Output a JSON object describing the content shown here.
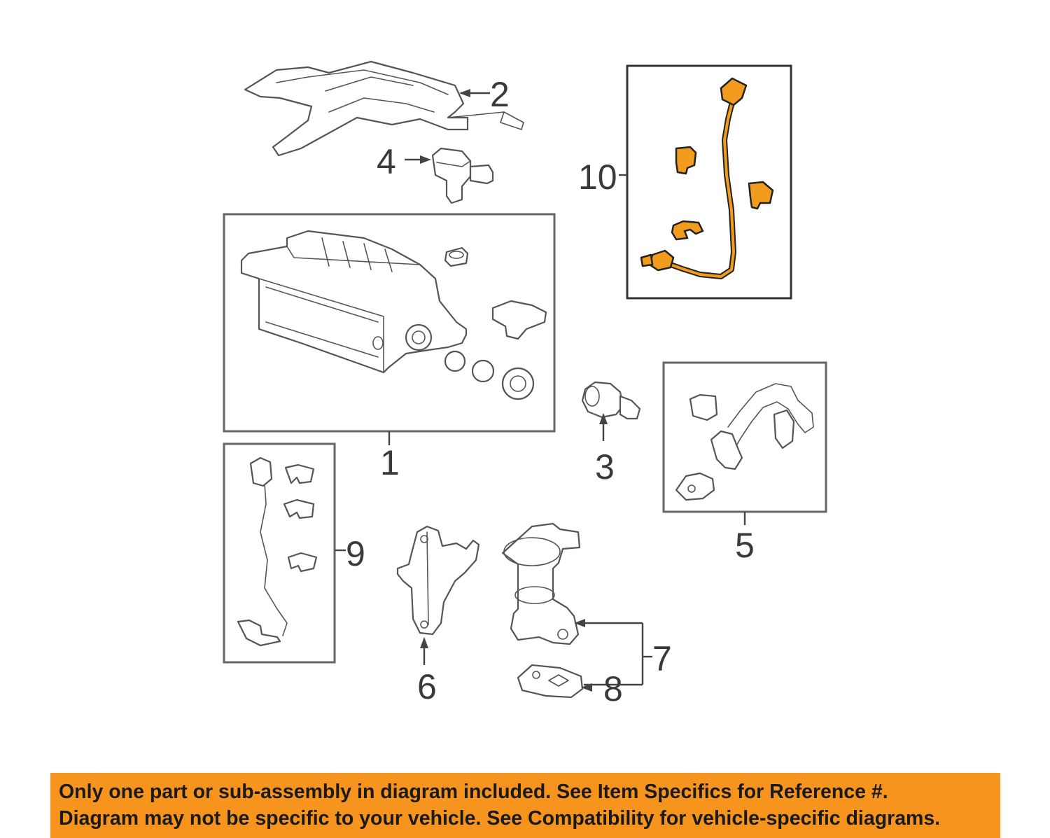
{
  "callouts": {
    "c1": "1",
    "c2": "2",
    "c3": "3",
    "c4": "4",
    "c5": "5",
    "c6": "6",
    "c7": "7",
    "c8": "8",
    "c9": "9",
    "c10": "10"
  },
  "banner": {
    "line1": "Only one part or sub-assembly in diagram included. See Item Specifics for Reference #.",
    "line2": "Diagram may not be specific to your vehicle. See Compatibility for vehicle-specific diagrams."
  },
  "colors": {
    "highlight": "#f29c1e",
    "banner_bg": "#f7941d",
    "line_art": "#555555"
  }
}
